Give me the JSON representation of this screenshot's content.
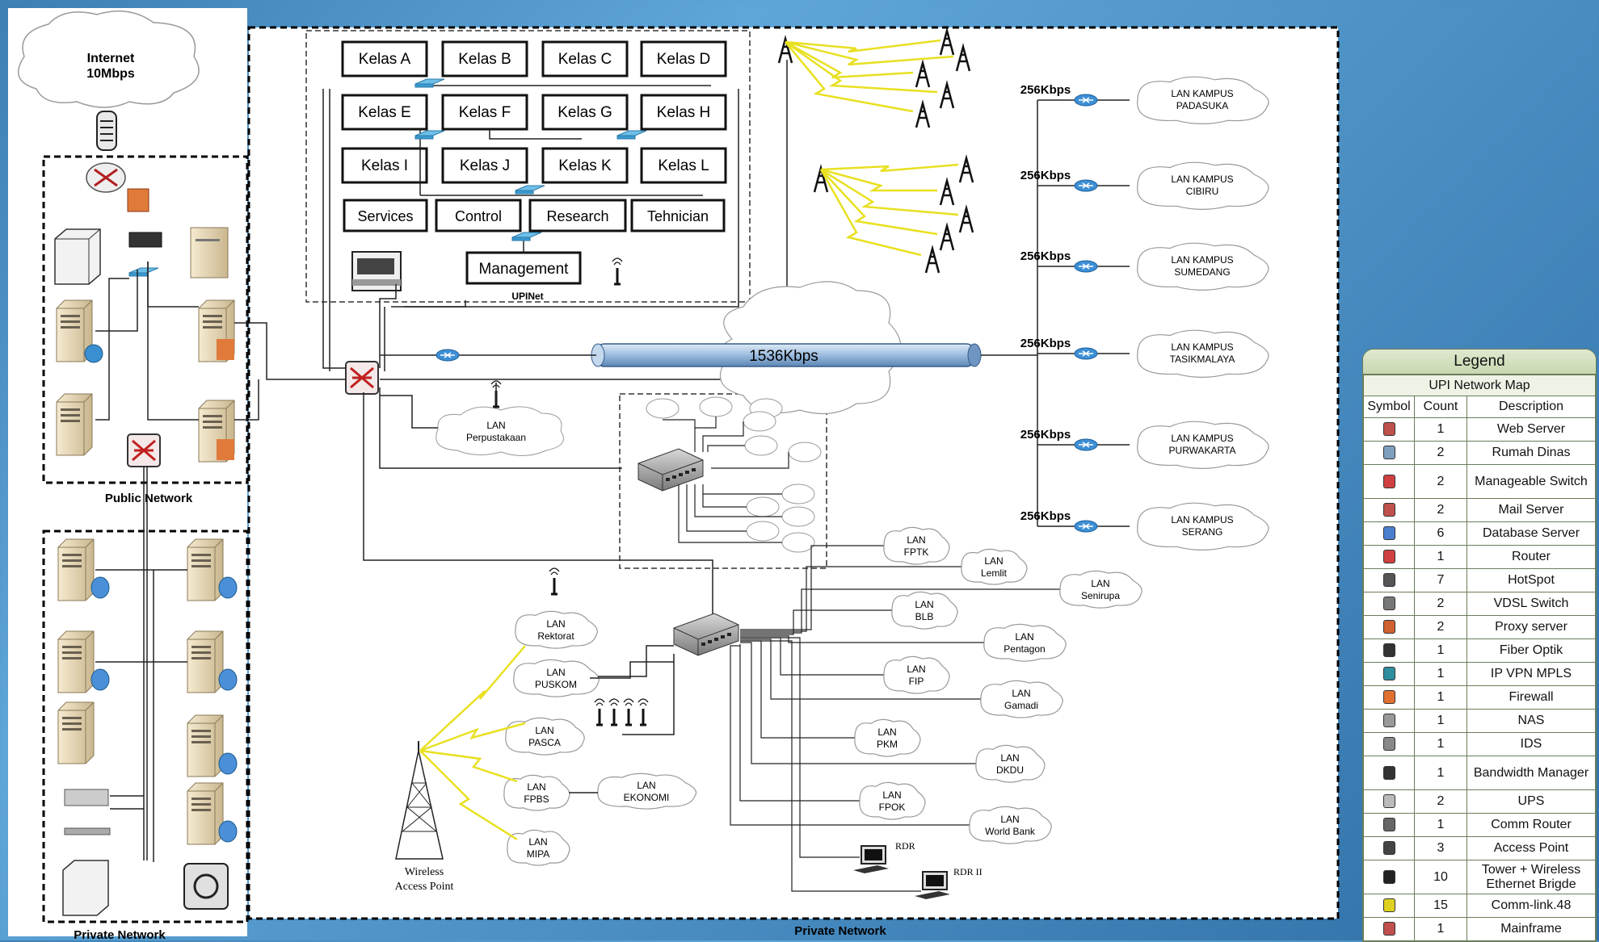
{
  "internet": {
    "line1": "Internet",
    "line2": "10Mbps"
  },
  "classes": [
    "Kelas A",
    "Kelas B",
    "Kelas C",
    "Kelas D",
    "Kelas E",
    "Kelas F",
    "Kelas G",
    "Kelas H",
    "Kelas I",
    "Kelas J",
    "Kelas K",
    "Kelas L"
  ],
  "units": [
    "Services",
    "Control",
    "Research",
    "Tehnician"
  ],
  "management": "Management",
  "upinet": "UPINet",
  "backbone": "1536Kbps",
  "campuses": [
    {
      "speed": "256Kbps",
      "l1": "LAN KAMPUS",
      "l2": "PADASUKA"
    },
    {
      "speed": "256Kbps",
      "l1": "LAN KAMPUS",
      "l2": "CIBIRU"
    },
    {
      "speed": "256Kbps",
      "l1": "LAN KAMPUS",
      "l2": "SUMEDANG"
    },
    {
      "speed": "256Kbps",
      "l1": "LAN KAMPUS",
      "l2": "TASIKMALAYA"
    },
    {
      "speed": "256Kbps",
      "l1": "LAN KAMPUS",
      "l2": "PURWAKARTA"
    },
    {
      "speed": "256Kbps",
      "l1": "LAN KAMPUS",
      "l2": "SERANG"
    }
  ],
  "perpus": {
    "l1": "LAN",
    "l2": "Perpustakaan"
  },
  "sections": {
    "public": "Public Network",
    "private_left": "Private Network",
    "private_bottom": "Private Network"
  },
  "lans_left": [
    {
      "l1": "LAN",
      "l2": "Rektorat"
    },
    {
      "l1": "LAN",
      "l2": "PUSKOM"
    },
    {
      "l1": "LAN",
      "l2": "PASCA"
    },
    {
      "l1": "LAN",
      "l2": "FPBS"
    },
    {
      "l1": "LAN",
      "l2": "EKONOMI"
    },
    {
      "l1": "LAN",
      "l2": "MIPA"
    }
  ],
  "lans_right": [
    {
      "l1": "LAN",
      "l2": "FPTK"
    },
    {
      "l1": "LAN",
      "l2": "Lemlit"
    },
    {
      "l1": "LAN",
      "l2": "Senirupa"
    },
    {
      "l1": "LAN",
      "l2": "BLB"
    },
    {
      "l1": "LAN",
      "l2": "Pentagon"
    },
    {
      "l1": "LAN",
      "l2": "FIP"
    },
    {
      "l1": "LAN",
      "l2": "Gamadi"
    },
    {
      "l1": "LAN",
      "l2": "PKM"
    },
    {
      "l1": "LAN",
      "l2": "DKDU"
    },
    {
      "l1": "LAN",
      "l2": "FPOK"
    },
    {
      "l1": "LAN",
      "l2": "World Bank"
    }
  ],
  "rdr": [
    "RDR",
    "RDR II"
  ],
  "wap": {
    "l1": "Wireless",
    "l2": "Access Point"
  },
  "legend": {
    "title": "Legend",
    "subtitle": "UPI Network Map",
    "headers": [
      "Symbol",
      "Count",
      "Description"
    ],
    "rows": [
      {
        "icon": "web-server-icon",
        "color": "#c0504d",
        "count": "1",
        "desc": "Web Server"
      },
      {
        "icon": "rumah-dinas-icon",
        "color": "#7f9fbf",
        "count": "2",
        "desc": "Rumah Dinas"
      },
      {
        "icon": "manageable-switch-icon",
        "color": "#d04040",
        "count": "2",
        "desc": "Manageable Switch"
      },
      {
        "icon": "mail-server-icon",
        "color": "#c0504d",
        "count": "2",
        "desc": "Mail Server"
      },
      {
        "icon": "database-server-icon",
        "color": "#4a7fd0",
        "count": "6",
        "desc": "Database Server"
      },
      {
        "icon": "router-icon",
        "color": "#d04040",
        "count": "1",
        "desc": "Router"
      },
      {
        "icon": "hotspot-icon",
        "color": "#555555",
        "count": "7",
        "desc": "HotSpot"
      },
      {
        "icon": "vdsl-switch-icon",
        "color": "#777777",
        "count": "2",
        "desc": "VDSL Switch"
      },
      {
        "icon": "proxy-server-icon",
        "color": "#d06030",
        "count": "2",
        "desc": "Proxy server"
      },
      {
        "icon": "fiber-optik-icon",
        "color": "#333333",
        "count": "1",
        "desc": "Fiber Optik"
      },
      {
        "icon": "ip-vpn-mpls-icon",
        "color": "#2f8fa0",
        "count": "1",
        "desc": "IP VPN MPLS"
      },
      {
        "icon": "firewall-icon",
        "color": "#e07030",
        "count": "1",
        "desc": "Firewall"
      },
      {
        "icon": "nas-icon",
        "color": "#999999",
        "count": "1",
        "desc": "NAS"
      },
      {
        "icon": "ids-icon",
        "color": "#888888",
        "count": "1",
        "desc": "IDS"
      },
      {
        "icon": "bandwidth-manager-icon",
        "color": "#333333",
        "count": "1",
        "desc": "Bandwidth Manager"
      },
      {
        "icon": "ups-icon",
        "color": "#bbbbbb",
        "count": "2",
        "desc": "UPS"
      },
      {
        "icon": "comm-router-icon",
        "color": "#666666",
        "count": "1",
        "desc": "Comm Router"
      },
      {
        "icon": "access-point-icon",
        "color": "#444444",
        "count": "3",
        "desc": "Access Point"
      },
      {
        "icon": "tower-wireless-icon",
        "color": "#222222",
        "count": "10",
        "desc": "Tower + Wireless Ethernet Brigde"
      },
      {
        "icon": "comm-link-icon",
        "color": "#e0d020",
        "count": "15",
        "desc": "Comm-link.48"
      },
      {
        "icon": "mainframe-icon",
        "color": "#c0504d",
        "count": "1",
        "desc": "Mainframe"
      }
    ]
  }
}
